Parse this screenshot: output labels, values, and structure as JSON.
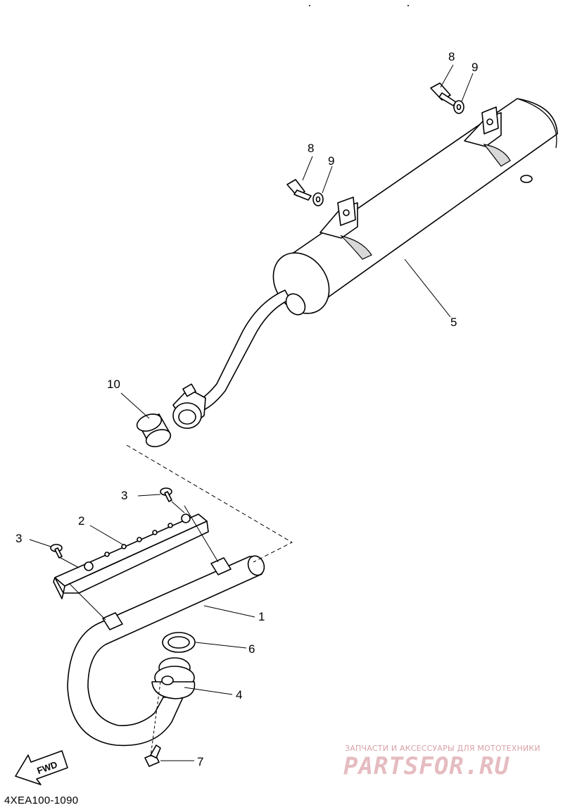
{
  "diagram": {
    "callouts": {
      "c1": "1",
      "c2": "2",
      "c3a": "3",
      "c3b": "3",
      "c4": "4",
      "c5": "5",
      "c6": "6",
      "c7": "7",
      "c8a": "8",
      "c8b": "8",
      "c9a": "9",
      "c9b": "9",
      "c10": "10"
    },
    "direction_label": "FWD",
    "drawing_code": "4XEA100-1090"
  },
  "watermark": {
    "tagline": "ЗАПЧАСТИ И АКСЕССУАРЫ ДЛЯ МОТОТЕХНИКИ",
    "logo_text": "PARTSFOR.RU"
  }
}
